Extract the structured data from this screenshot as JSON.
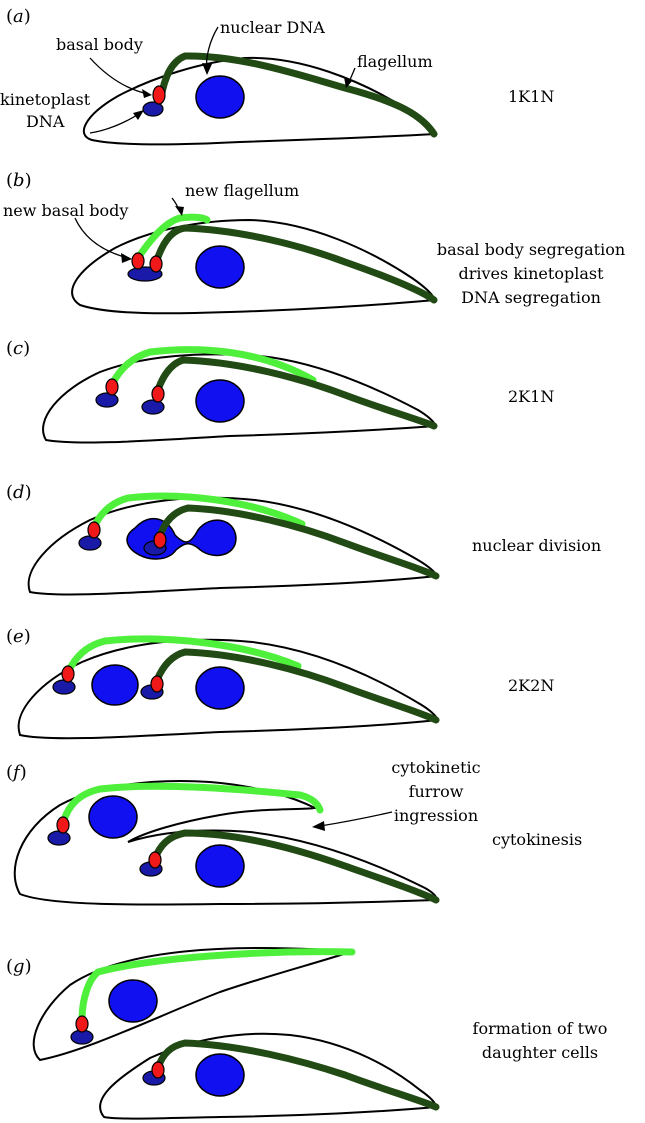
{
  "panels": [
    {
      "letter": "a",
      "stage_label": [
        "1K1N"
      ]
    },
    {
      "letter": "b",
      "stage_label": [
        "basal body segregation",
        "drives kinetoplast",
        "DNA segregation"
      ]
    },
    {
      "letter": "c",
      "stage_label": [
        "2K1N"
      ]
    },
    {
      "letter": "d",
      "stage_label": [
        "nuclear division"
      ]
    },
    {
      "letter": "e",
      "stage_label": [
        "2K2N"
      ]
    },
    {
      "letter": "f",
      "stage_label": [
        "cytokinesis"
      ]
    },
    {
      "letter": "g",
      "stage_label": [
        "formation of two",
        "daughter cells"
      ]
    }
  ],
  "annotations": {
    "basal_body": "basal body",
    "nuclear_dna": "nuclear DNA",
    "flagellum": "flagellum",
    "kinetoplast_line1": "kinetoplast",
    "kinetoplast_line2": "DNA",
    "new_basal_body": "new basal body",
    "new_flagellum": "new flagellum",
    "furrow_line1": "cytokinetic",
    "furrow_line2": "furrow",
    "furrow_line3": "ingression"
  },
  "colors": {
    "old_flagellum": "#214a14",
    "new_flagellum": "#4ff03c",
    "nucleus": "#1010f0",
    "kinetoplast_dna": "#1a1aa8",
    "basal_body": "#f01818"
  }
}
